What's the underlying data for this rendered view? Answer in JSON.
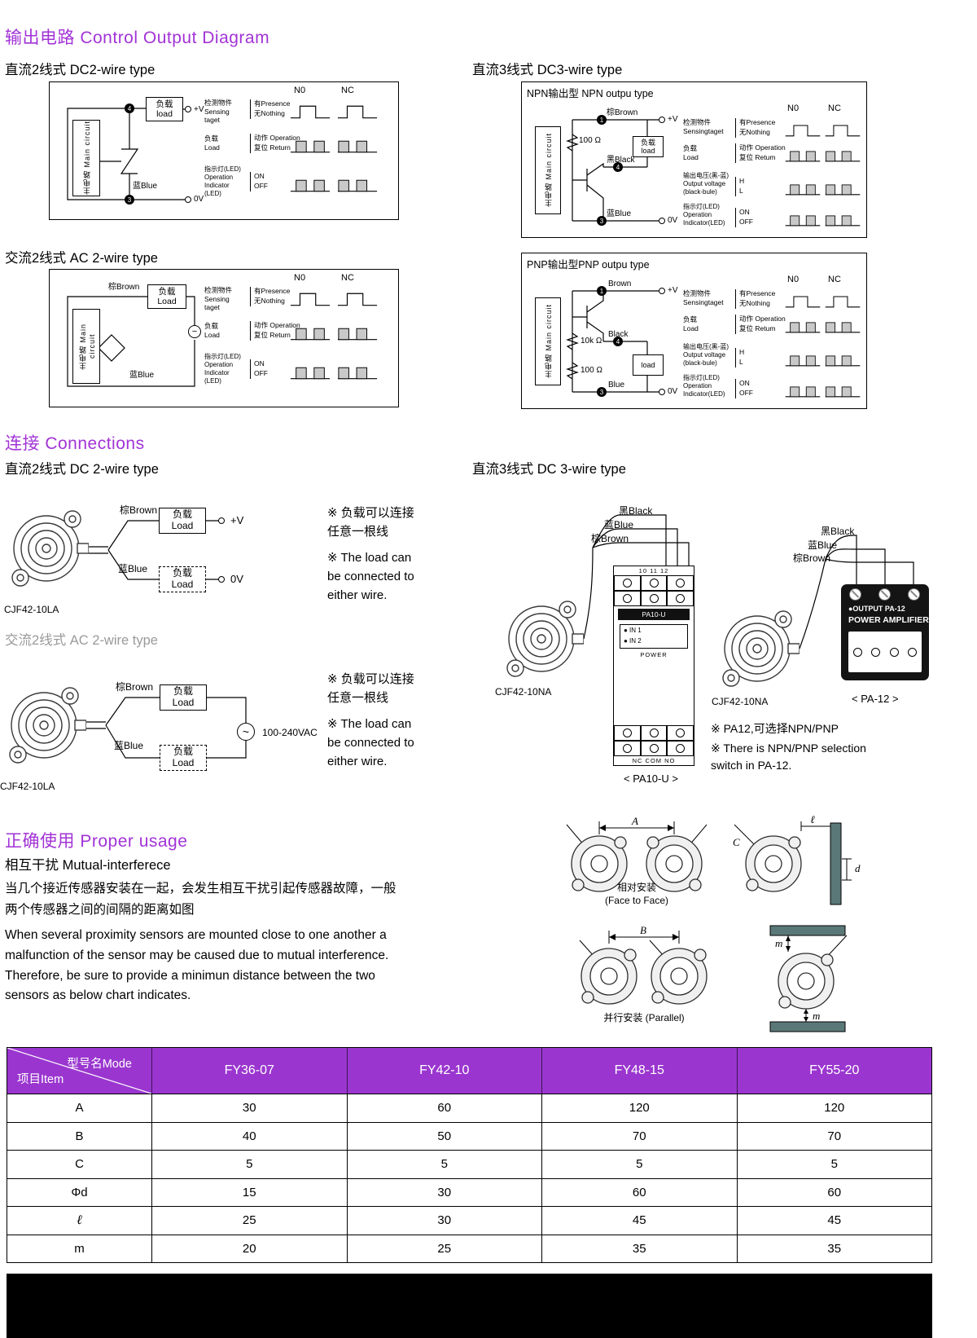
{
  "accent": "#a233d6",
  "output": {
    "title": "输出电路 Control Output Diagram",
    "dc2_label": "直流2线式 DC2-wire type",
    "ac2_label": "交流2线式 AC 2-wire type",
    "dc3_label": "直流3线式 DC3-wire type",
    "npn_title": "NPN输出型 NPN outpu  type",
    "pnp_title": "PNP输出型PNP outpu  type",
    "labels": {
      "main_circuit": "主电路 Main circuit",
      "load_cn_small": "负载\nload",
      "load_cn": "负载\nLoad",
      "load_en": "load",
      "brown_cn": "棕Brown",
      "blue_cn": "蓝Blue",
      "black_cn": "黑Black",
      "brown_en": "Brown",
      "black_en": "Black",
      "blue_en": "Blue",
      "plus_v": "+V",
      "zero_v": "0V",
      "pin1": "1",
      "pin3": "3",
      "pin4": "4",
      "r100": "100 Ω",
      "r10k": "10k Ω",
      "minus": "−"
    },
    "timing2": {
      "no": "N0",
      "nc": "NC",
      "sensing": "检测物件\nSensing\ntaget",
      "presence": "有Presence",
      "nothing": "无Nothing",
      "load": "负载\nLoad",
      "operation": "动作 Operation",
      "return": "复位 Return",
      "led": "指示灯(LED)\nOperation\nIndicator\n(LED)",
      "on": "ON",
      "off": "OFF"
    },
    "timing3": {
      "no": "N0",
      "nc": "NC",
      "sensing": "检测物件\nSensingtaget",
      "presence": "有Presence",
      "nothing": "无Nothing",
      "load": "负载\nLoad",
      "operation": "动作 Operation",
      "return": "复位 Retum",
      "outv": "输出电压(黑-蓝)\nOutput voltage\n(black-bule)",
      "h": "H",
      "l": "L",
      "led": "指示灯(LED)\nOperation\nIndicator(LED)",
      "on": "ON",
      "off": "OFF"
    }
  },
  "connections": {
    "title": "连接 Connections",
    "dc2_label": "直流2线式 DC 2-wire type",
    "ac2_label": "交流2线式 AC 2-wire type",
    "dc3_label": "直流3线式 DC 3-wire type",
    "model_la": "CJF42-10LA",
    "model_na": "CJF42-10NA",
    "brown": "棕Brown",
    "blue": "蓝Blue",
    "black": "黑Black",
    "load": "负载\nLoad",
    "plus_v": "+V",
    "zero_v": "0V",
    "ac_supply": "100-240VAC",
    "ac_symbol": "~",
    "note_cn": "※ 负载可以连接\n任意一根线",
    "note_en": "※ The load can\nbe connected to\neither wire.",
    "pa10_caption": "< PA10-U >",
    "pa12_caption": "< PA-12 >",
    "pa12_note_cn": "※ PA12,可选择NPN/PNP",
    "pa12_note_en": "※ There is NPN/PNP selection\nswitch in PA-12.",
    "pa10": {
      "terminals_top": "10  11  12",
      "name": "PA10-U",
      "in1": "● IN 1",
      "in2": "● IN 2",
      "power": "POWER",
      "terminals_bottom": "NC  COM  NO"
    },
    "pa12": {
      "title": "●OUTPUT PA-12",
      "subtitle": "POWER AMPLIFIER"
    }
  },
  "usage": {
    "title": "正确使用 Proper usage",
    "subtitle": "相互干扰 Mutual-interferece",
    "text_cn": "当几个接近传感器安装在一起，会发生相互干扰引起传感器故障，一般\n两个传感器之间的间隔的距离如图",
    "text_en": "When several proximity  sensors are mounted  close to  one another  a\nmalfunction of the sensor  may be caused due to mutual interference.\nTherefore, be  sure to provide  a  minimun  distance between  the two\nsensors as below chart indicates.",
    "face_to_face": "相对安装\n(Face to Face)",
    "parallel": "并行安装 (Parallel)",
    "dims": {
      "a": "A",
      "b": "B",
      "c": "C",
      "d": "d",
      "l": "ℓ",
      "m": "m"
    }
  },
  "table": {
    "header_bg": "#9a36cf",
    "corner_top": "型号名Mode",
    "corner_bottom": "项目Item",
    "columns": [
      "FY36-07",
      "FY42-10",
      "FY48-15",
      "FY55-20"
    ],
    "rows": [
      {
        "item": "A",
        "values": [
          "30",
          "60",
          "120",
          "120"
        ]
      },
      {
        "item": "B",
        "values": [
          "40",
          "50",
          "70",
          "70"
        ]
      },
      {
        "item": "C",
        "values": [
          "5",
          "5",
          "5",
          "5"
        ]
      },
      {
        "item": "Φd",
        "values": [
          "15",
          "30",
          "60",
          "60"
        ]
      },
      {
        "item": "ℓ",
        "values": [
          "25",
          "30",
          "45",
          "45"
        ]
      },
      {
        "item": "m",
        "values": [
          "20",
          "25",
          "35",
          "35"
        ]
      }
    ]
  }
}
